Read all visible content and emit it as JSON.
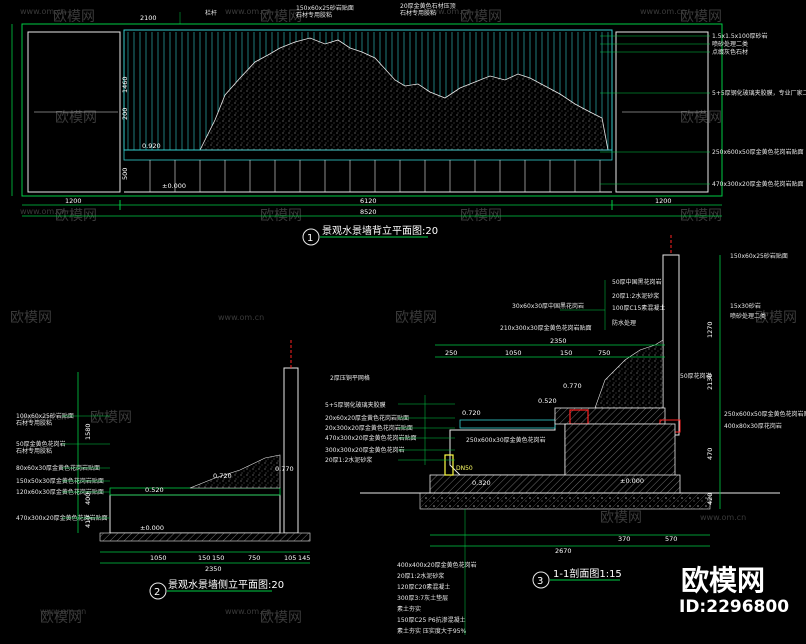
{
  "watermark": {
    "brand": "欧模网",
    "url": "www.om.cn"
  },
  "elevation_back": {
    "title": "景观水景墙背立平面图:20",
    "number": "1",
    "dims_bottom": [
      "1200",
      "6120",
      "1200"
    ],
    "dim_total": "8520",
    "dims_left": [
      "2100",
      "1460",
      "200",
      "500"
    ],
    "level_1": "0.920",
    "level_2": "±0.000",
    "top_notes": [
      "栏杆",
      "150x60x25砂岩贴面",
      "20厚金黄色石材压顶",
      "石材专用胶粘"
    ],
    "right_notes": [
      "1.5x1.5x100厚砂岩",
      "喷砂处理二类",
      "点缀灰色石材",
      "5+5厚钢化玻璃夹胶膜，专业厂家二次深化设计",
      "250x600x50厚金黄色花岗岩贴面",
      "470x300x20厚金黄色花岗岩贴面"
    ]
  },
  "elevation_side": {
    "title": "景观水景墙侧立平面图:20",
    "number": "2",
    "dims_bottom": [
      "1050",
      "150",
      "150",
      "750",
      "105",
      "145"
    ],
    "dim_total": "2350",
    "levels": [
      "0.720",
      "0.770",
      "0.520",
      "±0.000"
    ],
    "dims_left": [
      "1580",
      "400",
      "410"
    ],
    "notes": [
      "100x60x25砂岩贴面",
      "石材专用胶粘",
      "50厚金黄色花岗岩",
      "石材专用胶粘",
      "80x60x30厚金黄色花岗岩贴面",
      "150x50x30厚金黄色花岗岩贴面",
      "120x60x30厚金黄色花岗岩贴面",
      "470x300x20厚金黄色花岗岩贴面"
    ]
  },
  "section": {
    "title": "1-1剖面图1:15",
    "number": "3",
    "dims_bottom": [
      "2670",
      "370",
      "570"
    ],
    "dims_top": [
      "250",
      "1050",
      "150",
      "750"
    ],
    "dim_total_top": "2350",
    "levels": [
      "0.770",
      "0.720",
      "0.520",
      "0.320",
      "±0.000"
    ],
    "notes_left": [
      "2厚压铜平网格",
      "5+5厚钢化玻璃夹胶膜",
      "20x60x20厚金黄色花岗岩贴面",
      "20x300x20厚金黄色花岗岩贴面",
      "470x300x20厚金黄色花岗岩贴面",
      "300x300x20厚金黄色花岗岩",
      "20厚1:2水泥砂浆",
      "250x600x30厚金黄色花岗岩"
    ],
    "notes_top": [
      "30x60x30厚中国黑花岗岩",
      "210x300x30厚金黄色花岗岩贴面",
      "50厚中国黑花岗岩",
      "20厚1:2水泥砂浆",
      "100厚C15素混凝土",
      "防水处理"
    ],
    "notes_right": [
      "150x60x25砂岩贴面",
      "15x30砂岩",
      "喷砂处理二类",
      "50厚花岗岩",
      "250x600x50厚金黄色花岗岩贴面",
      "400x80x30厚花岗岩"
    ],
    "notes_bottom": [
      "400x400x20厚金黄色花岗岩",
      "20厚1:2水泥砂浆",
      "120厚C20素混凝土",
      "300厚3:7灰土垫层",
      "素土夯实",
      "150厚C25 P6抗渗混凝土",
      "素土夯实 压实度大于95%"
    ],
    "dims_right": [
      "1270",
      "2130",
      "470",
      "420"
    ],
    "pipe_label": "DN50"
  },
  "badge": {
    "brand": "欧模网",
    "id_text": "ID:2296800"
  },
  "colors": {
    "background": "#000000",
    "line_green": "#00cc44",
    "line_cyan": "#33cccc",
    "line_white": "#e8e8e8",
    "line_yellow": "#ffff44",
    "line_red": "#ff2222",
    "hatch_gray": "#a0a0a0"
  }
}
